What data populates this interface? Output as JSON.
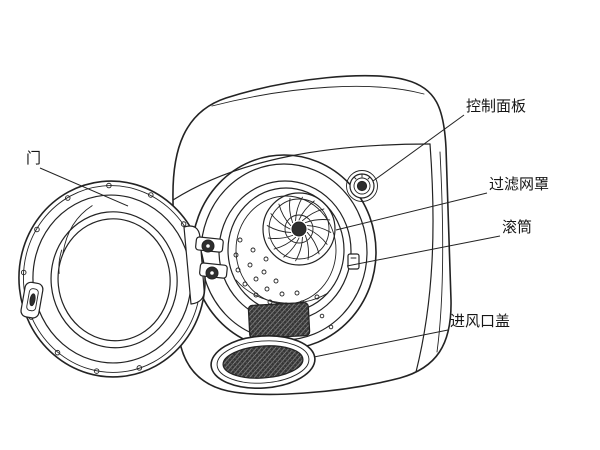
{
  "diagram": {
    "labels": {
      "door": "门",
      "control_panel": "控制面板",
      "filter_cover": "过滤网罩",
      "drum": "滚筒",
      "air_inlet_cover": "进风口盖"
    },
    "colors": {
      "line": "#232323",
      "background": "#ffffff",
      "dark_fill": "#2e2e2e"
    }
  }
}
